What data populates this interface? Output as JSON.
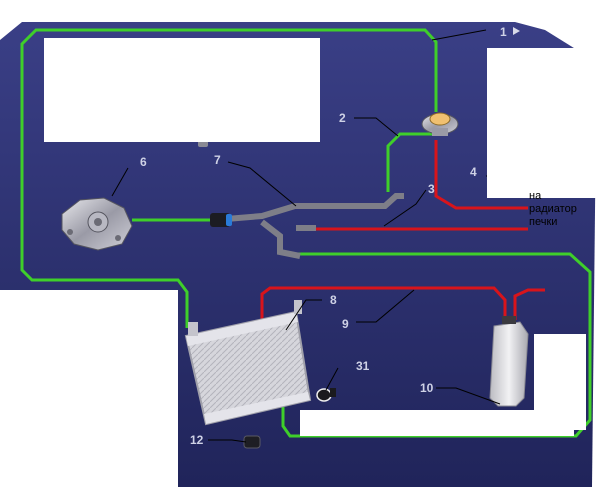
{
  "diagram": {
    "callouts": {
      "c1": "1",
      "c2": "2",
      "c3": "3",
      "c4": "4",
      "c6": "6",
      "c7": "7",
      "c8": "8",
      "c9": "9",
      "c10": "10",
      "c12": "12",
      "c31": "31"
    },
    "note": {
      "line1": "на",
      "line2": "радиатор",
      "line3": "печки"
    },
    "colors": {
      "background": "#2b2f6e",
      "green_hose": "#3fcf2a",
      "red_hose": "#d8141b"
    },
    "icons": [
      "thermostat-icon",
      "water-pump-icon",
      "radiator-icon",
      "expansion-tank-icon",
      "sensor-icon",
      "mount-icon"
    ]
  }
}
